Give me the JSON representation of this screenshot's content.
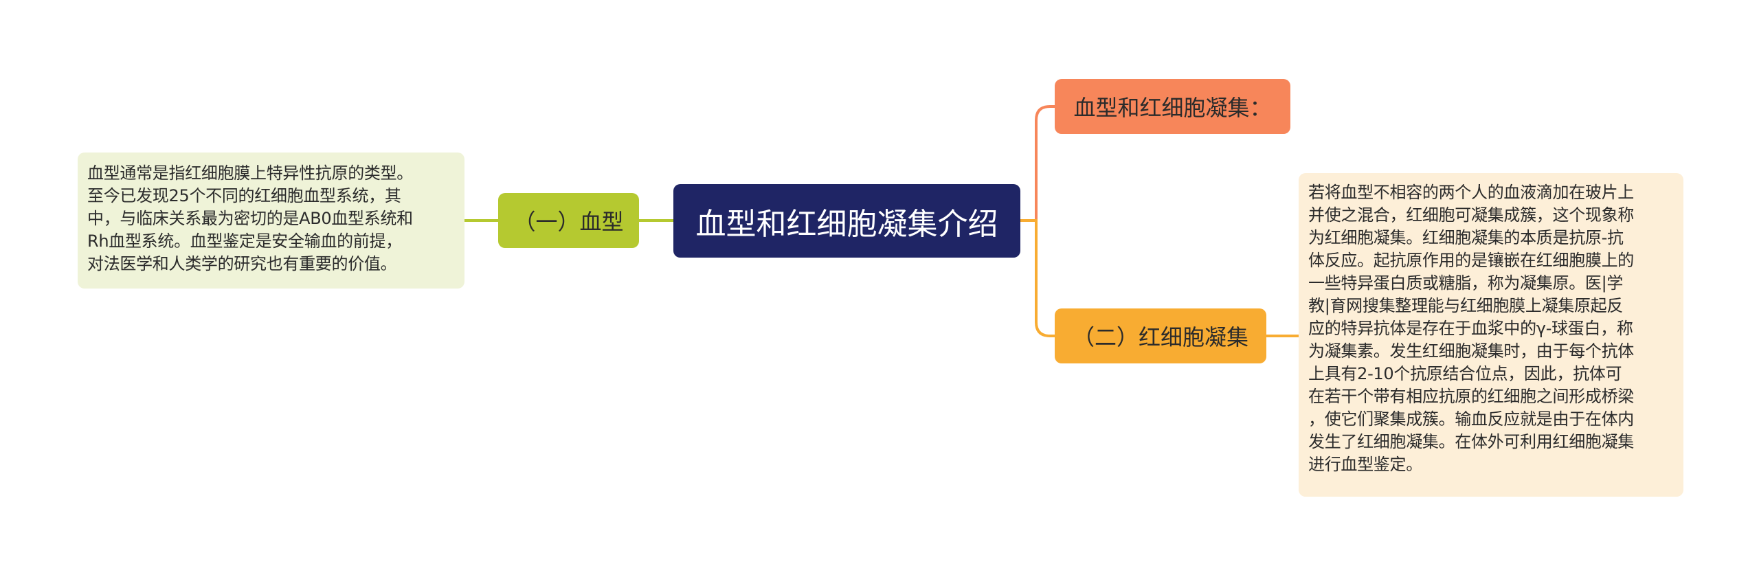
{
  "center": {
    "title": "血型和红细胞凝集介绍"
  },
  "branches": {
    "blood_type": {
      "label": "（一）血型"
    },
    "agglutination_intro": {
      "label": "血型和红细胞凝集："
    },
    "agglutination": {
      "label": "（二）红细胞凝集"
    }
  },
  "notes": {
    "blood_type": [
      "血型通常是指红细胞膜上特异性抗原的类型。",
      "至今已发现25个不同的红细胞血型系统，其",
      "中，与临床关系最为密切的是AB0血型系统和",
      "Rh血型系统。血型鉴定是安全输血的前提，",
      "对法医学和人类学的研究也有重要的价值。"
    ],
    "agglutination": [
      "若将血型不相容的两个人的血液滴加在玻片上",
      "并使之混合，红细胞可凝集成簇，这个现象称",
      "为红细胞凝集。红细胞凝集的本质是抗原-抗",
      "体反应。起抗原作用的是镶嵌在红细胞膜上的",
      "一些特异蛋白质或糖脂，称为凝集原。医|学",
      "教|育网搜集整理能与红细胞膜上凝集原起反",
      "应的特异抗体是存在于血浆中的γ-球蛋白，称",
      "为凝集素。发生红细胞凝集时，由于每个抗体",
      "上具有2-10个抗原结合位点，因此，抗体可",
      "在若干个带有相应抗原的红细胞之间形成桥梁",
      "，使它们聚集成簇。输血反应就是由于在体内",
      "发生了红细胞凝集。在体外可利用红细胞凝集",
      "进行血型鉴定。"
    ]
  },
  "colors": {
    "center": "#1f2565",
    "blood_type": "#b5c930",
    "blood_type_note": "#eff3d8",
    "agglutination_intro": "#f7865a",
    "agglutination": "#f8ac32",
    "agglutination_note": "#fdefd8"
  }
}
